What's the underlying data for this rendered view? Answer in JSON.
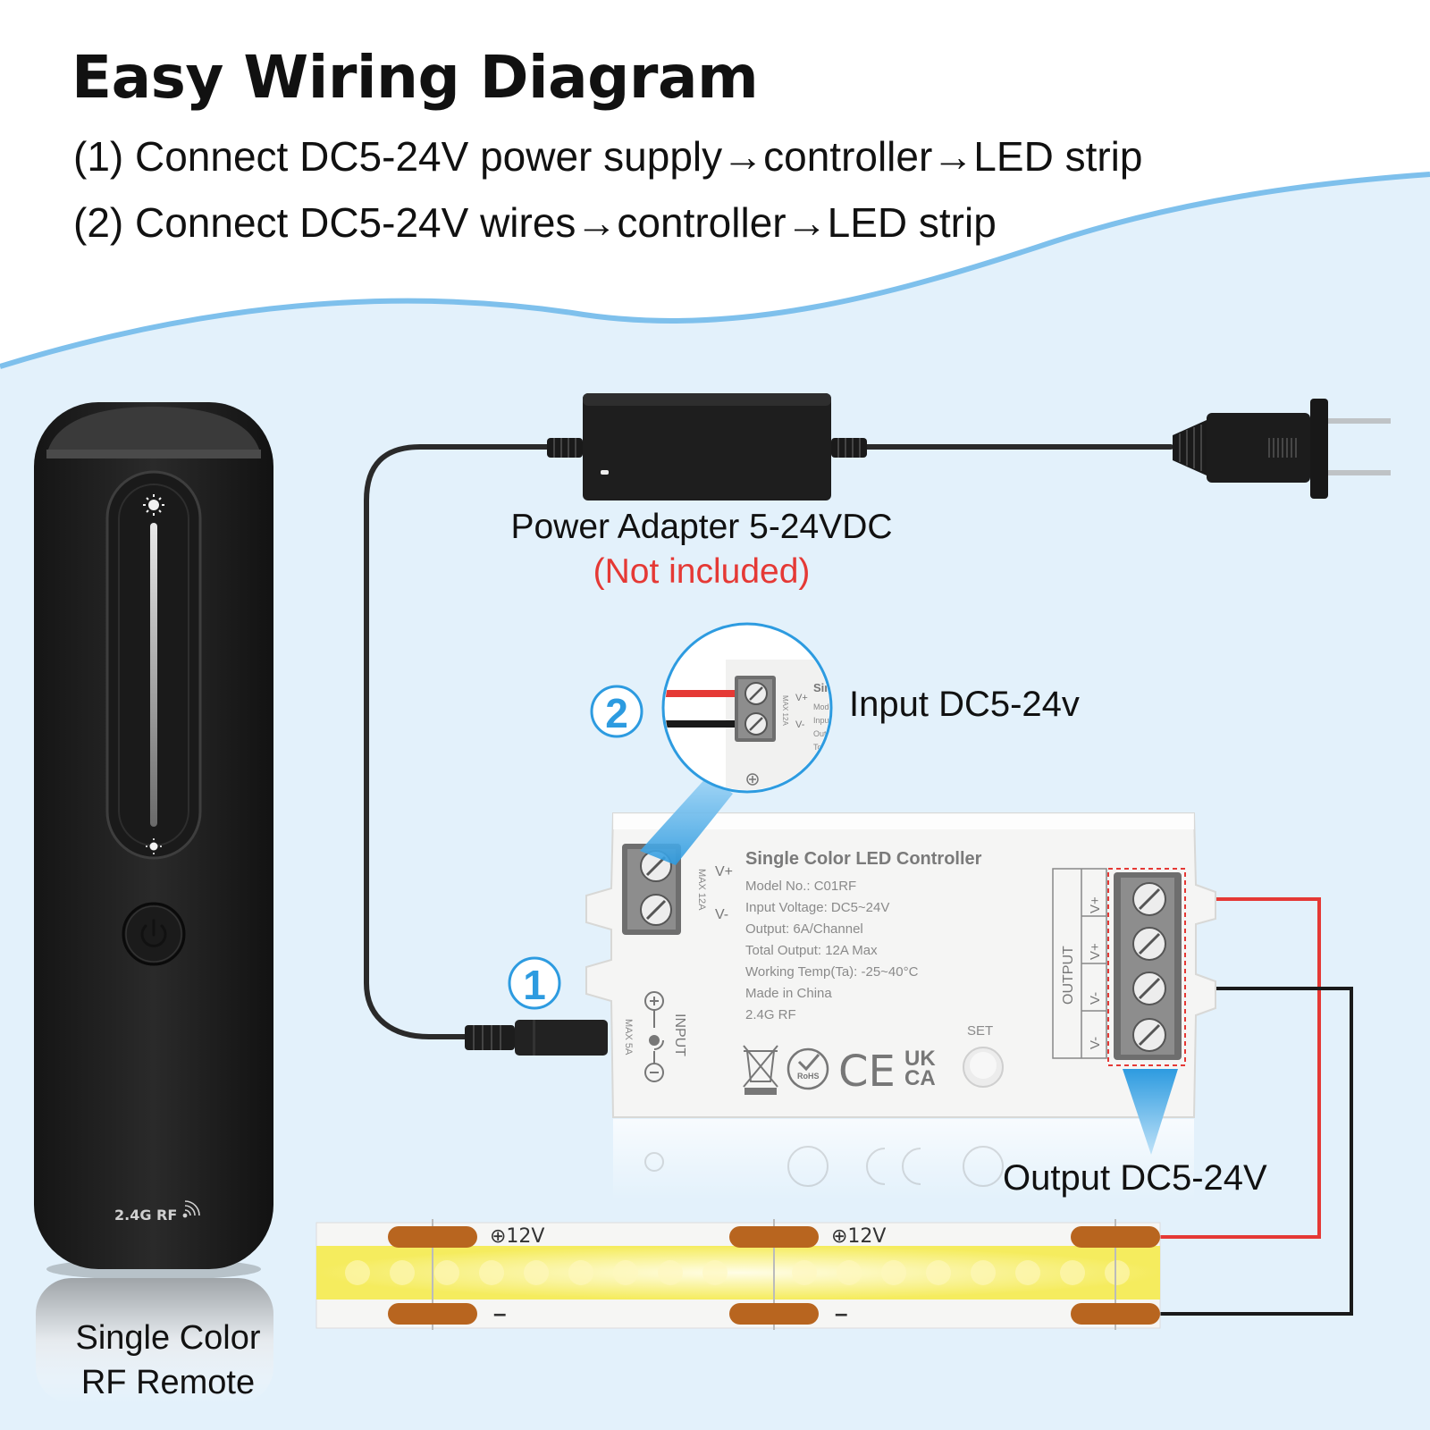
{
  "heading": {
    "title": "Easy Wiring Diagram",
    "step1": "(1) Connect DC5-24V power supply→controller→LED strip",
    "step2": "(2) Connect DC5-24V wires→controller→LED strip"
  },
  "labels": {
    "adapter": "Power Adapter 5-24VDC",
    "adapter_note": "(Not included)",
    "input": "Input DC5-24v",
    "output": "Output DC5-24V",
    "remote_line1": "Single Color",
    "remote_line2": "RF Remote"
  },
  "markers": {
    "one": "1",
    "two": "2"
  },
  "remote": {
    "rf_label": "2.4G RF"
  },
  "controller": {
    "title": "Single Color LED Controller",
    "specs": [
      "Model No.: C01RF",
      "Input Voltage: DC5~24V",
      "Output: 6A/Channel",
      "Total Output: 12A Max",
      "Working Temp(Ta): -25~40°C",
      "Made in China",
      "2.4G RF"
    ],
    "input_vplus": "V+",
    "input_vminus": "V-",
    "max12": "MAX 12A",
    "input_text": "INPUT",
    "max5": "MAX 5A",
    "output_text": "OUTPUT",
    "out_pins": [
      "V+",
      "V+",
      "V-",
      "V-"
    ],
    "set": "SET",
    "rohs": "RoHS",
    "ce": "CE",
    "ukca_top": "UK",
    "ukca_bottom": "CA"
  },
  "magnifier": {
    "vplus": "V+",
    "vminus": "V-",
    "max": "MAX 12A",
    "frag": [
      "Sin",
      "Mode",
      "Inpu",
      "Outp",
      "To",
      "V"
    ]
  },
  "strip": {
    "plus_label": "⊕12V",
    "minus_label": "–"
  },
  "colors": {
    "accent_blue": "#2d9be0",
    "wave_blue": "#7ec0ec",
    "background_blue": "#e3f1fb",
    "not_included_red": "#e53935",
    "wire_red": "#e53935",
    "wire_black": "#1a1a1a",
    "strip_yellow": "#f7ef6a",
    "pad_copper": "#b8651f"
  }
}
